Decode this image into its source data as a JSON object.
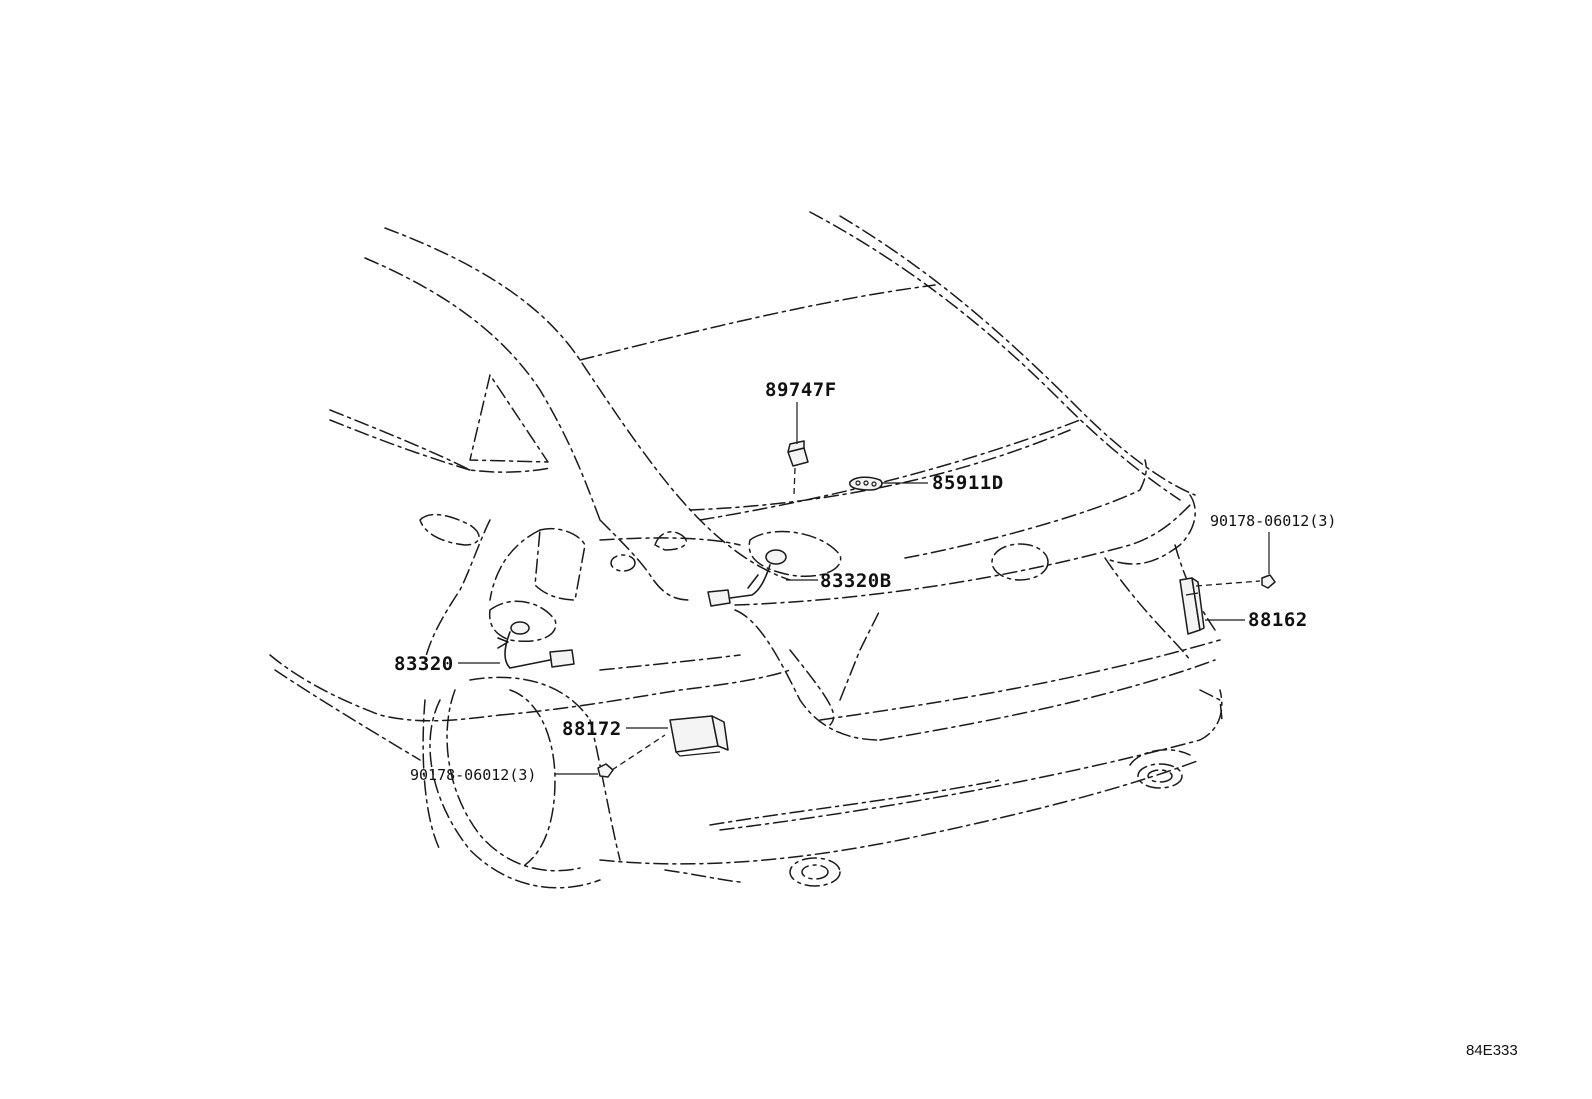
{
  "diagram_code": "84E333",
  "callouts": [
    {
      "id": "c1",
      "label": "89747F"
    },
    {
      "id": "c2",
      "label": "85911D"
    },
    {
      "id": "c3",
      "label": "83320B"
    },
    {
      "id": "c4",
      "label": "83320"
    },
    {
      "id": "c5",
      "label": "88172"
    },
    {
      "id": "c6",
      "label": "90178-06012(3)"
    },
    {
      "id": "c7",
      "label": "90178-06012(3)"
    },
    {
      "id": "c8",
      "label": "88162"
    }
  ]
}
